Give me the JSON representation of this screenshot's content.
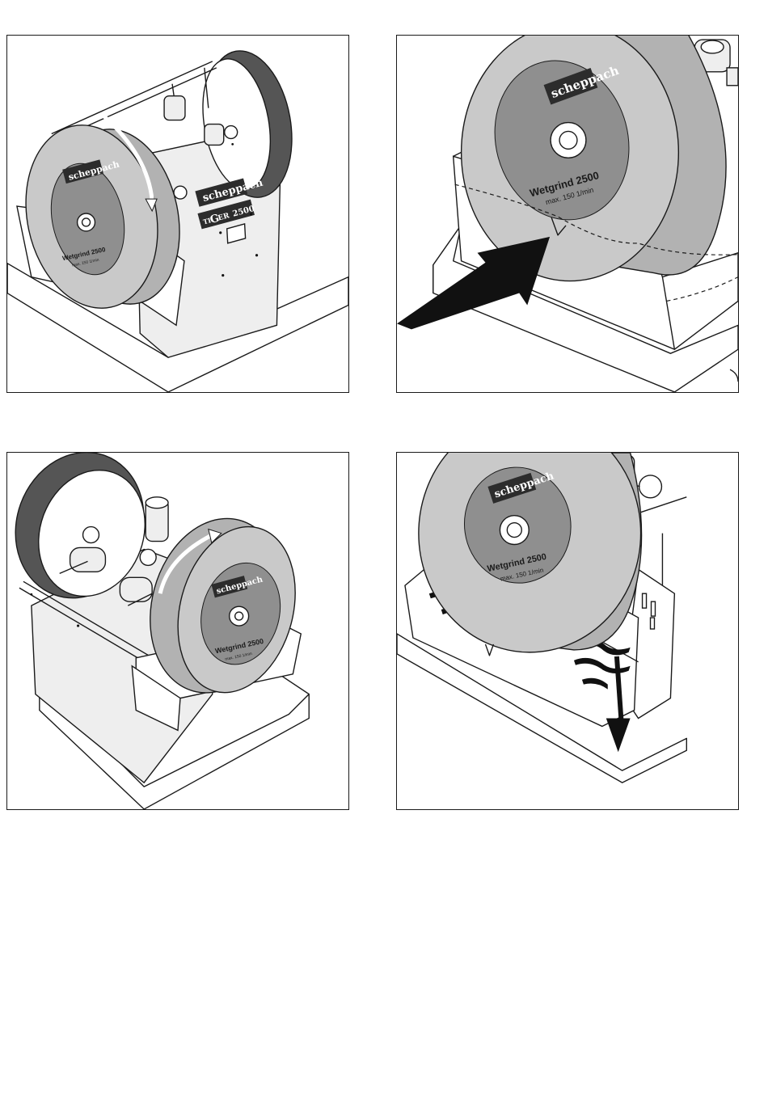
{
  "figures": [
    {
      "id": "fig1",
      "wheel_brand": "scheppach",
      "wheel_model": "Wetgrind 2500",
      "wheel_speed": "max. 150 1/min",
      "housing_brand": "scheppach",
      "housing_model_prefix": "TI",
      "housing_model_g": "G",
      "housing_model_er": "ER",
      "housing_model_number": "2500"
    },
    {
      "id": "fig2",
      "wheel_brand": "scheppach",
      "wheel_model": "Wetgrind 2500",
      "wheel_speed": "max. 150 1/min"
    },
    {
      "id": "fig3",
      "wheel_brand": "scheppach",
      "wheel_model": "Wetgrind 2500",
      "wheel_speed": "max. 150 1/min"
    },
    {
      "id": "fig4",
      "wheel_brand": "scheppach",
      "wheel_model": "Wetgrind 2500",
      "wheel_speed": "max. 150 1/min"
    }
  ],
  "icons": [
    "rotation-arrow-icon",
    "fill-level-arrow-icon",
    "drain-arrow-icon"
  ]
}
